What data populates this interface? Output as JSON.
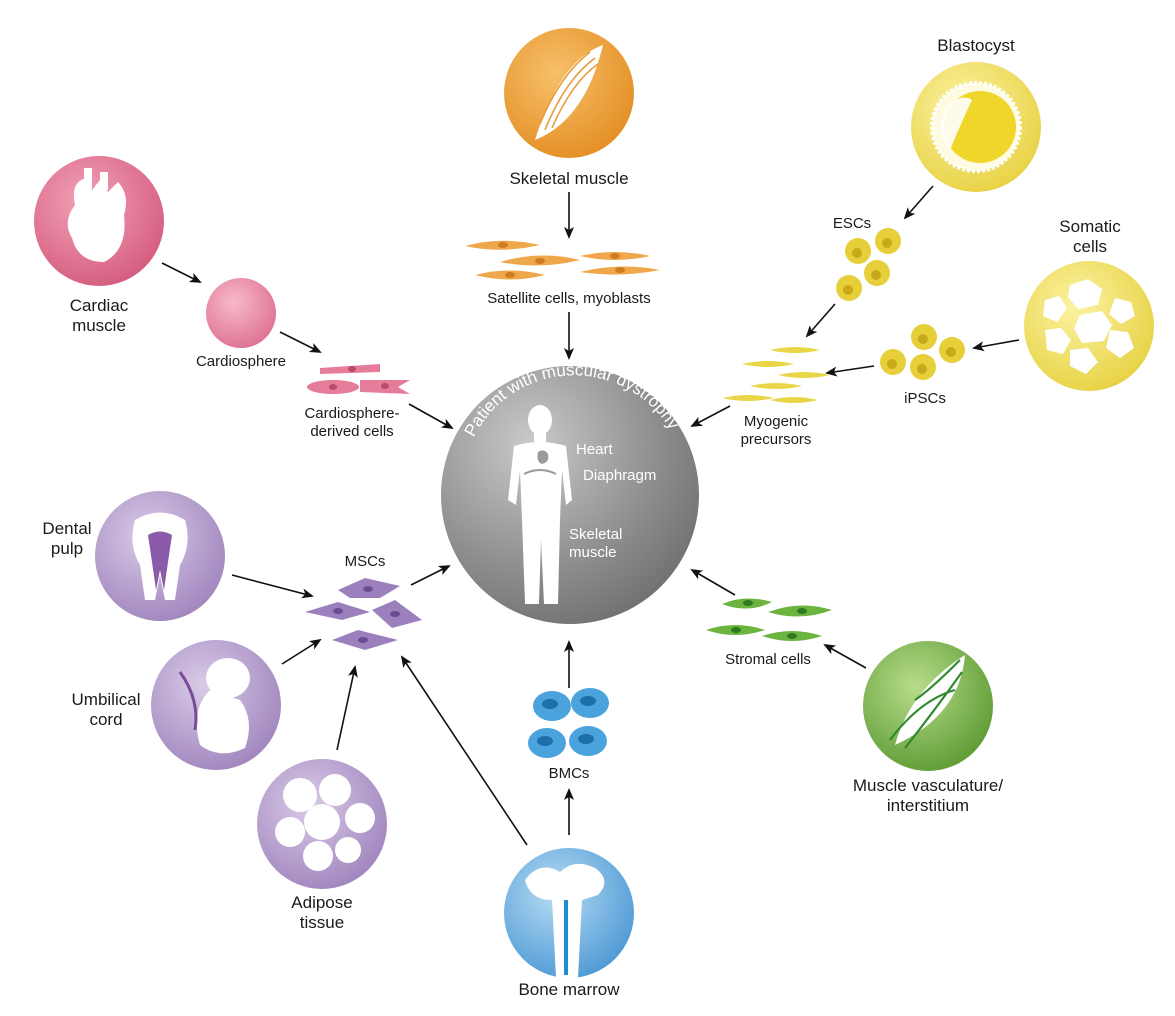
{
  "center": {
    "title": "Patient with muscular dystrophy",
    "organs": [
      "Heart",
      "Diaphragm",
      "Skeletal muscle"
    ]
  },
  "sources": {
    "skeletal_muscle": "Skeletal muscle",
    "cardiac_muscle": "Cardiac muscle",
    "blastocyst": "Blastocyst",
    "somatic_cells": "Somatic cells",
    "dental_pulp": "Dental pulp",
    "umbilical_cord": "Umbilical cord",
    "adipose_tissue": "Adipose tissue",
    "bone_marrow": "Bone marrow",
    "muscle_vasculature": "Muscle vasculature/ interstitium"
  },
  "cells": {
    "satellite": "Satellite cells, myoblasts",
    "cardiosphere": "Cardiosphere",
    "cardiosphere_derived": "Cardiosphere- derived cells",
    "escs": "ESCs",
    "ipscs": "iPSCs",
    "myogenic": "Myogenic precursors",
    "mscs": "MSCs",
    "bmcs": "BMCs",
    "stromal": "Stromal cells"
  },
  "colors": {
    "center_gray": "#8e8e8e",
    "skeletal_orange": "#ef9f2f",
    "cardiac_pink": "#e0718f",
    "yellow": "#ecd63a",
    "purple": "#a98fc4",
    "blue": "#4a9fd8",
    "green": "#6cae3c"
  }
}
